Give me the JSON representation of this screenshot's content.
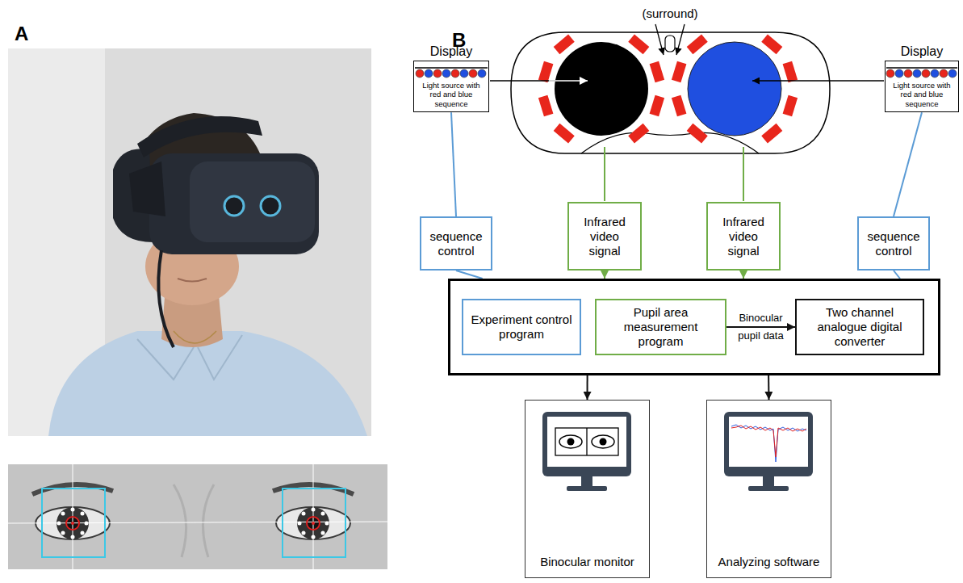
{
  "diagram": {
    "nodes": [
      {
        "text": [
          "Display",
          "Light source with red and blue sequence"
        ]
      },
      {
        "text": [
          "Display",
          "Light source with red and blue sequence"
        ]
      },
      {
        "text": [
          "sequence control"
        ]
      },
      {
        "text": [
          "Infrared video signal"
        ]
      },
      {
        "text": [
          "Infrared video signal"
        ]
      },
      {
        "text": [
          "sequence control"
        ]
      },
      {
        "text": []
      },
      {
        "text": [
          "Experiment control program"
        ],
        "in": 6
      },
      {
        "text": [
          "Pupil area measurement program"
        ],
        "in": 6
      },
      {
        "text": [
          "Two channel analogue digital converter"
        ],
        "in": 6
      },
      {
        "text": [
          "Binocular monitor"
        ]
      },
      {
        "text": [
          "Analyzing software"
        ]
      }
    ],
    "edges": [
      {
        "from": 0,
        "to": 2,
        "arrow": "none"
      },
      {
        "from": 2,
        "to": 6,
        "arrow": "none"
      },
      {
        "from": 3,
        "to": 6,
        "arrow": "to"
      },
      {
        "from": 4,
        "to": 6,
        "arrow": "to"
      },
      {
        "from": 1,
        "to": 5,
        "arrow": "none"
      },
      {
        "from": 5,
        "to": 6,
        "arrow": "none"
      },
      {
        "from": 8,
        "to": 9,
        "label": "Binocular pupil data",
        "arrow": "to"
      },
      {
        "from": 6,
        "to": 10,
        "arrow": "to"
      },
      {
        "from": 6,
        "to": 11,
        "arrow": "to"
      }
    ],
    "labels": [
      "A",
      "B",
      "(surround)"
    ]
  }
}
